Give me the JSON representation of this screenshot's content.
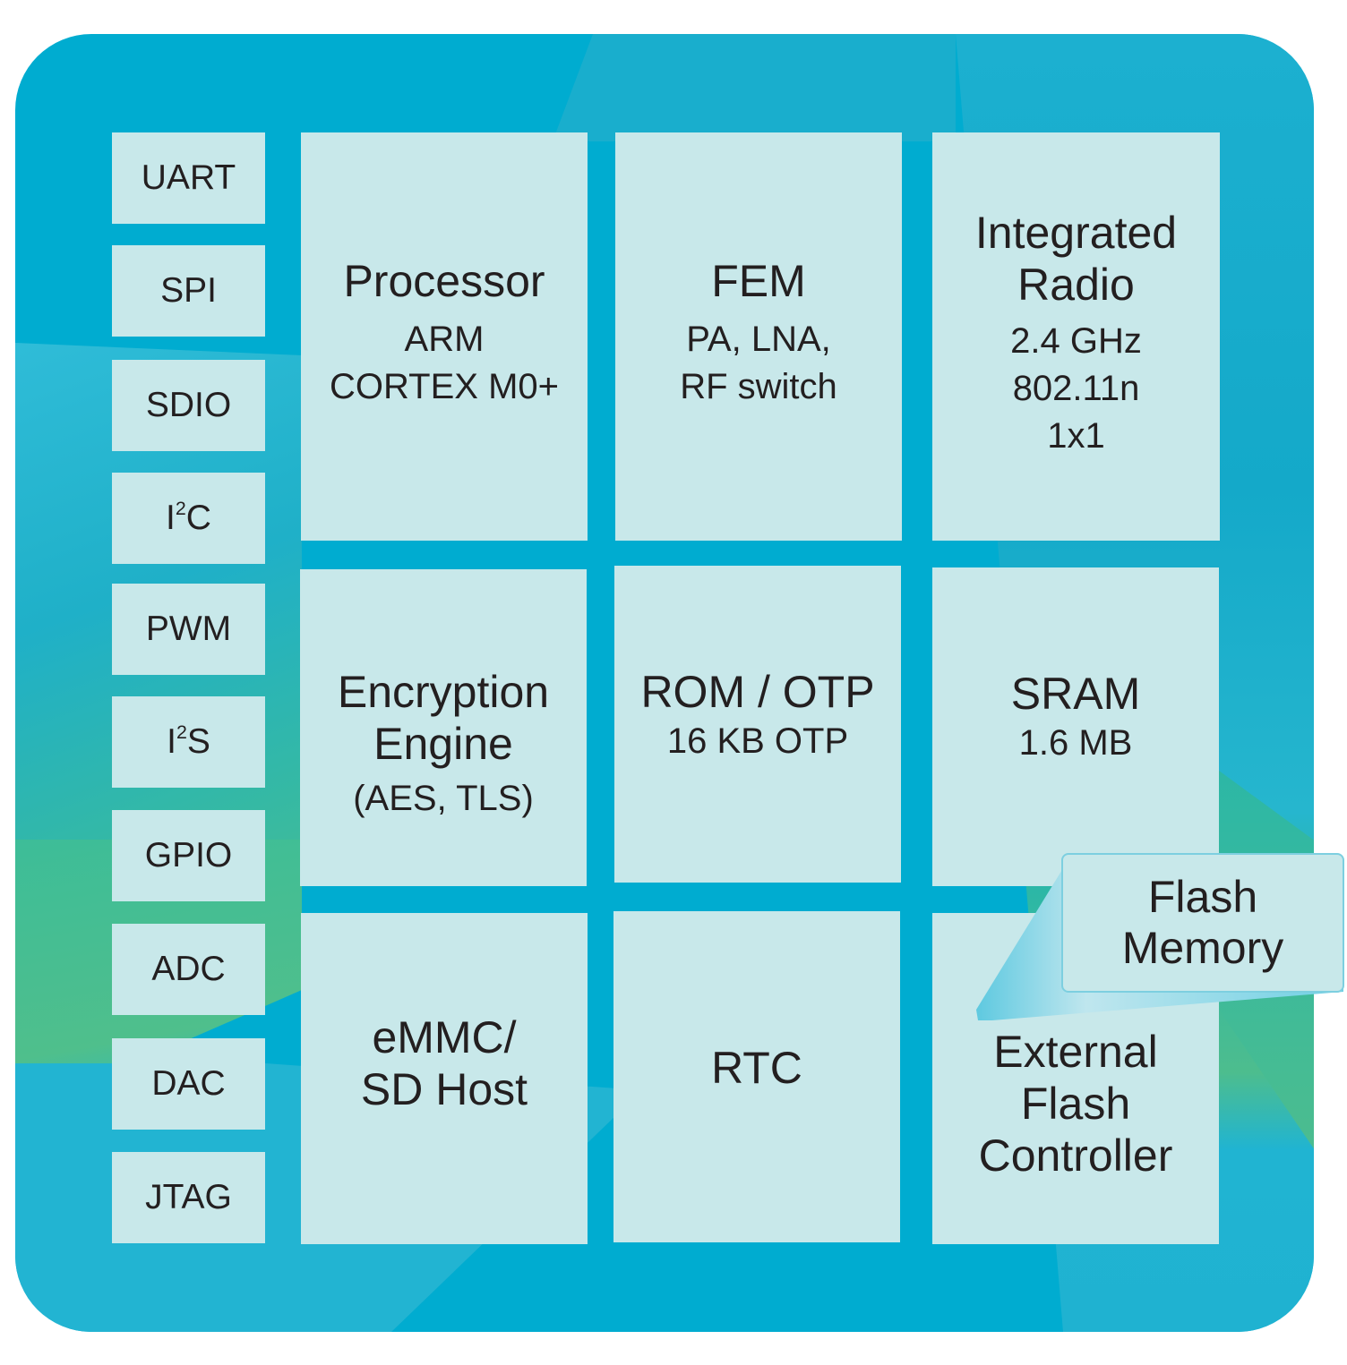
{
  "diagram": {
    "type": "soc-block-diagram",
    "colors": {
      "chip_background": "#00acd0",
      "block_fill": "#c8e8ea",
      "accent_green": "#4dbd8e",
      "text": "#231f20"
    },
    "peripherals": [
      {
        "label": "UART"
      },
      {
        "label": "SPI"
      },
      {
        "label": "SDIO"
      },
      {
        "base": "I",
        "sup": "2",
        "rest": "C"
      },
      {
        "label": "PWM"
      },
      {
        "base": "I",
        "sup": "2",
        "rest": "S"
      },
      {
        "label": "GPIO"
      },
      {
        "label": "ADC"
      },
      {
        "label": "DAC"
      },
      {
        "label": "JTAG"
      }
    ],
    "blocks": {
      "processor": {
        "title": "Processor",
        "lines": [
          "ARM",
          "CORTEX M0+"
        ]
      },
      "fem": {
        "title": "FEM",
        "lines": [
          "PA, LNA,",
          "RF switch"
        ]
      },
      "radio": {
        "title_lines": [
          "Integrated",
          "Radio"
        ],
        "lines": [
          "2.4 GHz",
          "802.11n",
          "1x1"
        ]
      },
      "encryption": {
        "title_lines": [
          "Encryption",
          "Engine"
        ],
        "lines": [
          "(AES, TLS)"
        ]
      },
      "rom": {
        "title": "ROM / OTP",
        "lines": [
          "16 KB OTP"
        ]
      },
      "sram": {
        "title": "SRAM",
        "lines": [
          "1.6 MB"
        ]
      },
      "emmc": {
        "title_lines": [
          "eMMC/",
          "SD Host"
        ]
      },
      "rtc": {
        "title": "RTC"
      },
      "flash_controller": {
        "title_lines": [
          "External",
          "Flash",
          "Controller"
        ]
      }
    },
    "callout": {
      "lines": [
        "Flash",
        "Memory"
      ],
      "points_to": "External Flash Controller"
    }
  }
}
